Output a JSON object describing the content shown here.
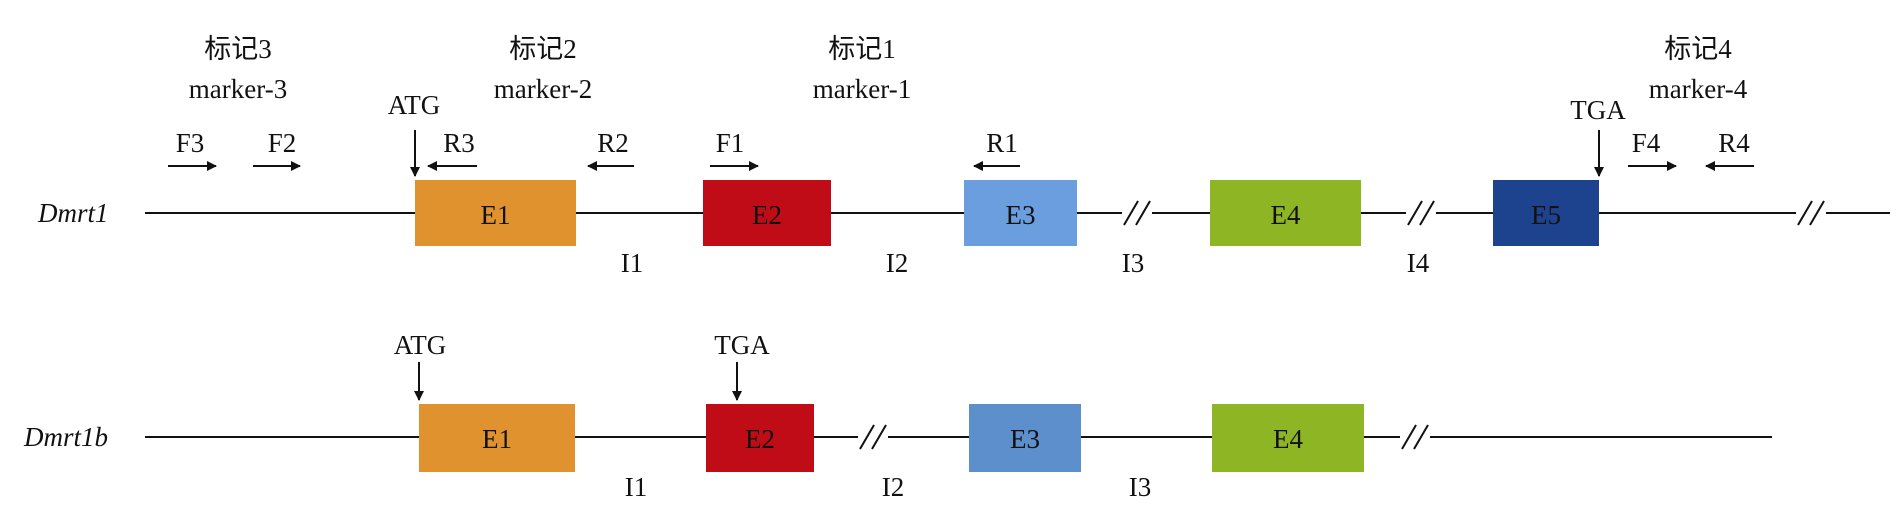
{
  "genes": [
    {
      "name": "Dmrt1",
      "exons": [
        {
          "label": "E1",
          "color": "#E0922F",
          "text_color": "#111111"
        },
        {
          "label": "E2",
          "color": "#C00C16",
          "text_color": "#ffffff"
        },
        {
          "label": "E3",
          "color": "#6A9EDF",
          "text_color": "#111111"
        },
        {
          "label": "E4",
          "color": "#8DB524",
          "text_color": "#111111"
        },
        {
          "label": "E5",
          "color": "#1D428E",
          "text_color": "#ffffff"
        }
      ],
      "introns": [
        "I1",
        "I2",
        "I3",
        "I4"
      ],
      "start_codon": "ATG",
      "stop_codon": "TGA",
      "markers": [
        {
          "cn": "标记3",
          "en": "marker-3"
        },
        {
          "cn": "标记2",
          "en": "marker-2"
        },
        {
          "cn": "标记1",
          "en": "marker-1"
        },
        {
          "cn": "标记4",
          "en": "marker-4"
        }
      ],
      "primers": [
        {
          "label": "F3",
          "direction": "forward"
        },
        {
          "label": "F2",
          "direction": "forward"
        },
        {
          "label": "R3",
          "direction": "reverse"
        },
        {
          "label": "R2",
          "direction": "reverse"
        },
        {
          "label": "F1",
          "direction": "forward"
        },
        {
          "label": "R1",
          "direction": "reverse"
        },
        {
          "label": "F4",
          "direction": "forward"
        },
        {
          "label": "R4",
          "direction": "reverse"
        }
      ]
    },
    {
      "name": "Dmrt1b",
      "exons": [
        {
          "label": "E1",
          "color": "#E0922F",
          "text_color": "#111111"
        },
        {
          "label": "E2",
          "color": "#C00C16",
          "text_color": "#ffffff"
        },
        {
          "label": "E3",
          "color": "#5E8FCD",
          "text_color": "#111111"
        },
        {
          "label": "E4",
          "color": "#8DB524",
          "text_color": "#111111"
        }
      ],
      "introns": [
        "I1",
        "I2",
        "I3"
      ],
      "start_codon": "ATG",
      "stop_codon": "TGA"
    }
  ]
}
